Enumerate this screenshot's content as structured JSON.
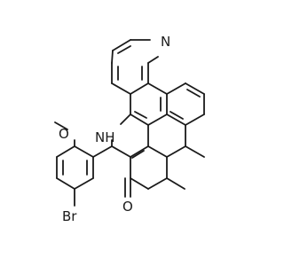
{
  "molecule": {
    "atoms": {
      "pyridine_n": "N",
      "amine_nh": "NH",
      "methoxy_o": "O",
      "ketone_o": "O",
      "bromine": "Br"
    }
  }
}
